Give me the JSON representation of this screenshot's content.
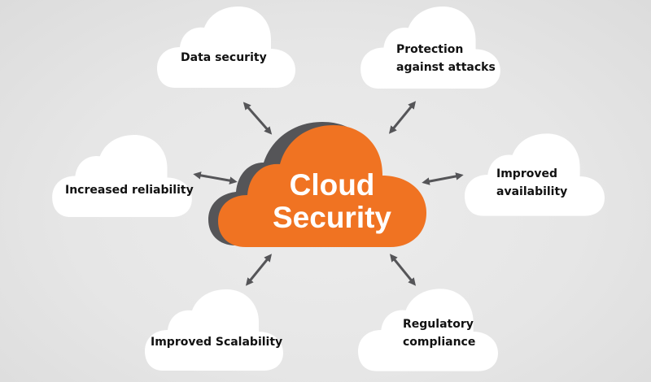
{
  "diagram": {
    "center": {
      "line1": "Cloud",
      "line2": "Security",
      "fill_color": "#f07322",
      "shadow_color": "#555558"
    },
    "benefits": [
      {
        "id": "data-security",
        "lines": [
          "Data security"
        ]
      },
      {
        "id": "protection-against-attacks",
        "lines": [
          "Protection",
          "against attacks"
        ]
      },
      {
        "id": "increased-reliability",
        "lines": [
          "Increased reliability"
        ]
      },
      {
        "id": "improved-availability",
        "lines": [
          "Improved",
          "availability"
        ]
      },
      {
        "id": "improved-scalability",
        "lines": [
          "Improved Scalability"
        ]
      },
      {
        "id": "regulatory-compliance",
        "lines": [
          "Regulatory",
          "compliance"
        ]
      }
    ],
    "arrow_color": "#555558",
    "satellite_cloud_color": "#ffffff"
  }
}
